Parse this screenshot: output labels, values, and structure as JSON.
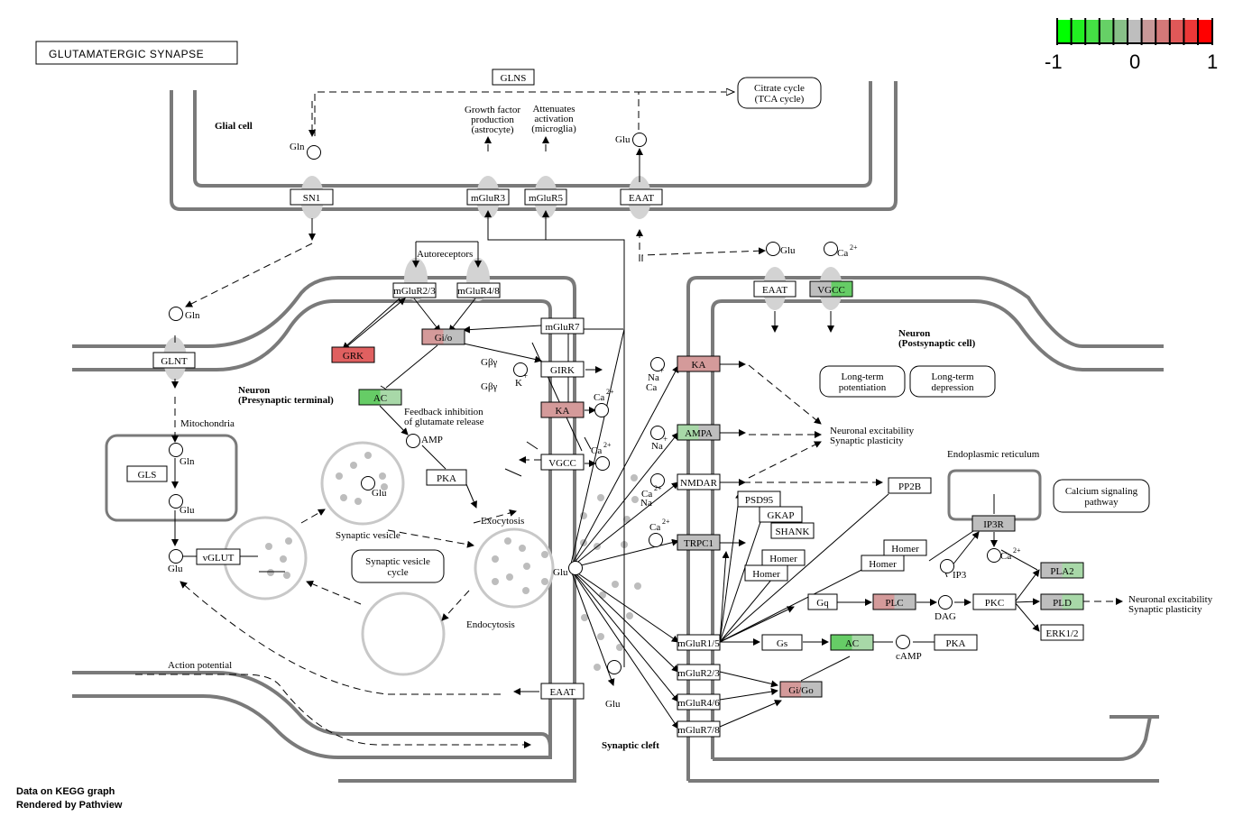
{
  "title": "GLUTAMATERGIC  SYNAPSE",
  "legend": {
    "min": "-1",
    "mid": "0",
    "max": "1",
    "colors": [
      "#00ff00",
      "#22f022",
      "#44e044",
      "#66d066",
      "#88c088",
      "#bebebe",
      "#c89898",
      "#d47878",
      "#e05858",
      "#ec3838",
      "#ff0000"
    ]
  },
  "compartments": {
    "glial": "Glial cell",
    "presyn1": "Neuron",
    "presyn2": "(Presynaptic terminal)",
    "postsyn1": "Neuron",
    "postsyn2": "(Postsynaptic cell)",
    "cleft": "Synaptic cleft",
    "mito": "Mitochondria",
    "er": "Endoplasmic reticulum"
  },
  "texts": {
    "growth1": "Growth factor",
    "growth2": "production",
    "growth3": "(astrocyte)",
    "atten1": "Attenuates",
    "atten2": "activation",
    "atten3": "(microglia)",
    "autoreceptors": "Autoreceptors",
    "gby1": "Gβγ",
    "gby2": "Gβγ",
    "feedback1": "Feedback inhibition",
    "feedback2": "of glutamate release",
    "amp": "AMP",
    "exocytosis": "Exocytosis",
    "endocytosis": "Endocytosis",
    "synvesicle": "Synaptic vesicle",
    "action": "Action potential",
    "nex1": "Neuronal excitability",
    "nex2": "Synaptic plasticity",
    "nex3": "Neuronal excitability",
    "nex4": "Synaptic plasticity",
    "ip3": "IP3",
    "dag": "DAG",
    "camp": "cAMP",
    "credit1": "Data on KEGG graph",
    "credit2": "Rendered by  Pathview"
  },
  "compounds": {
    "gln": "Gln",
    "glu": "Glu",
    "k": "K",
    "ca": "Ca",
    "na": "Na",
    "ca2p": "2+",
    "plus": "+"
  },
  "maps": {
    "citrate1": "Citrate cycle",
    "citrate2": "(TCA cycle)",
    "svcycle1": "Synaptic vesicle",
    "svcycle2": "cycle",
    "ltp1": "Long-term",
    "ltp2": "potentiation",
    "ltd1": "Long-term",
    "ltd2": "depression",
    "calc1": "Calcium signaling",
    "calc2": "pathway"
  },
  "genes": {
    "gls": "GLS",
    "glns": "GLNS",
    "sn1": "SN1",
    "mglur3": "mGluR3",
    "mglur5": "mGluR5",
    "eaat_glia": "EAAT",
    "glnt": "GLNT",
    "vglut": "vGLUT",
    "mglur23_pre": "mGluR2/3",
    "mglur48_pre": "mGluR4/8",
    "grk": "GRK",
    "gio_pre": "Gi/o",
    "mglur7": "mGluR7",
    "girk": "GIRK",
    "ka_pre": "KA",
    "ac_pre": "AC",
    "vgcc_pre": "VGCC",
    "pka_pre": "PKA",
    "eaat_pre": "EAAT",
    "eaat_post": "EAAT",
    "vgcc_post": "VGCC",
    "ka_post": "KA",
    "ampa": "AMPA",
    "nmdar": "NMDAR",
    "psd95": "PSD95",
    "gkap": "GKAP",
    "shank": "SHANK",
    "homer1": "Homer",
    "homer2": "Homer",
    "homer3": "Homer",
    "homer4": "Homer",
    "pp2b": "PP2B",
    "trpc1": "TRPC1",
    "mglur15": "mGluR1/5",
    "mglur23_post": "mGluR2/3",
    "mglur46": "mGluR4/6",
    "mglur78": "mGluR7/8",
    "gq": "Gq",
    "plc": "PLC",
    "pkc": "PKC",
    "gs": "Gs",
    "ac_post": "AC",
    "pka_post": "PKA",
    "gigo": "Gi/Go",
    "ip3r": "IP3R",
    "pla2": "PLA2",
    "pld": "PLD",
    "erk": "ERK1/2"
  },
  "colors": {
    "grey": "#bebebe",
    "green": "#66cc66",
    "lightgreen": "#a8d8a8",
    "red": "#e06060",
    "pink": "#d49a9a",
    "white": "#ffffff"
  }
}
